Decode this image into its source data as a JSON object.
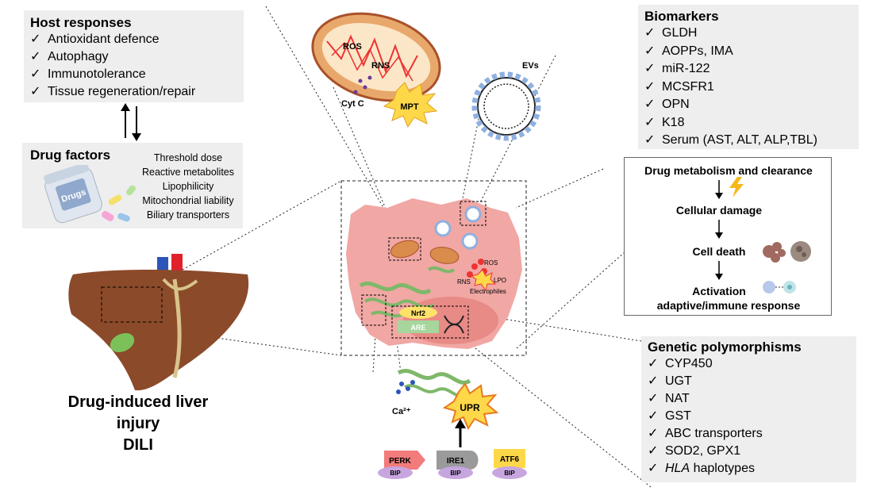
{
  "host_responses": {
    "title": "Host responses",
    "items": [
      "Antioxidant defence",
      "Autophagy",
      "Immunotolerance",
      "Tissue regeneration/repair"
    ]
  },
  "drug_factors": {
    "title": "Drug factors",
    "bottle_label": "Drugs",
    "items": [
      "Threshold dose",
      "Reactive metabolites",
      "Lipophilicity",
      "Mitochondrial liability",
      "Biliary transporters"
    ]
  },
  "biomarkers": {
    "title": "Biomarkers",
    "items": [
      "GLDH",
      "AOPPs, IMA",
      "miR-122",
      "MCSFR1",
      "OPN",
      "K18",
      "Serum (AST, ALT, ALP,TBL)"
    ]
  },
  "mechanism": {
    "steps": [
      "Drug metabolism and clearance",
      "Cellular damage",
      "Cell death",
      "Activation",
      "adaptive/immune response"
    ]
  },
  "genetic_polymorphisms": {
    "title": "Genetic polymorphisms",
    "items": [
      "CYP450",
      "UGT",
      "NAT",
      "GST",
      "ABC transporters",
      "SOD2, GPX1"
    ],
    "hla_italic": "HLA",
    "hla_rest": " haplotypes"
  },
  "dili": {
    "line1": "Drug-induced liver injury",
    "line2": "DILI"
  },
  "mitochondrion": {
    "ros": "ROS",
    "rns": "RNS",
    "cyt_c": "Cyt C",
    "mpt": "MPT"
  },
  "evs_label": "EVs",
  "hepatocyte": {
    "ros": "ROS",
    "rns": "RNS",
    "lpo": "LPO",
    "electrophiles": "Electrophiles",
    "nrf2": "Nrf2",
    "are": "ARE"
  },
  "er_stress": {
    "calcium": "Ca²⁺",
    "upr": "UPR",
    "sensors": [
      {
        "name": "PERK",
        "chaperone": "BIP"
      },
      {
        "name": "IRE1",
        "chaperone": "BIP"
      },
      {
        "name": "ATF6",
        "chaperone": "BIP"
      }
    ]
  },
  "check_mark": "✓",
  "colors": {
    "panel_bg": "#eeeeee",
    "liver": "#8b4a2a",
    "hepatocyte": "#f1a7a4",
    "mitochondria": "#d98c4b",
    "er": "#7fb86a",
    "upr_burst": "#ffd84a",
    "perk": "#f27b7b",
    "ire1": "#9a9a9a",
    "atf6": "#ffd84a",
    "bip": "#c7a6e0"
  }
}
